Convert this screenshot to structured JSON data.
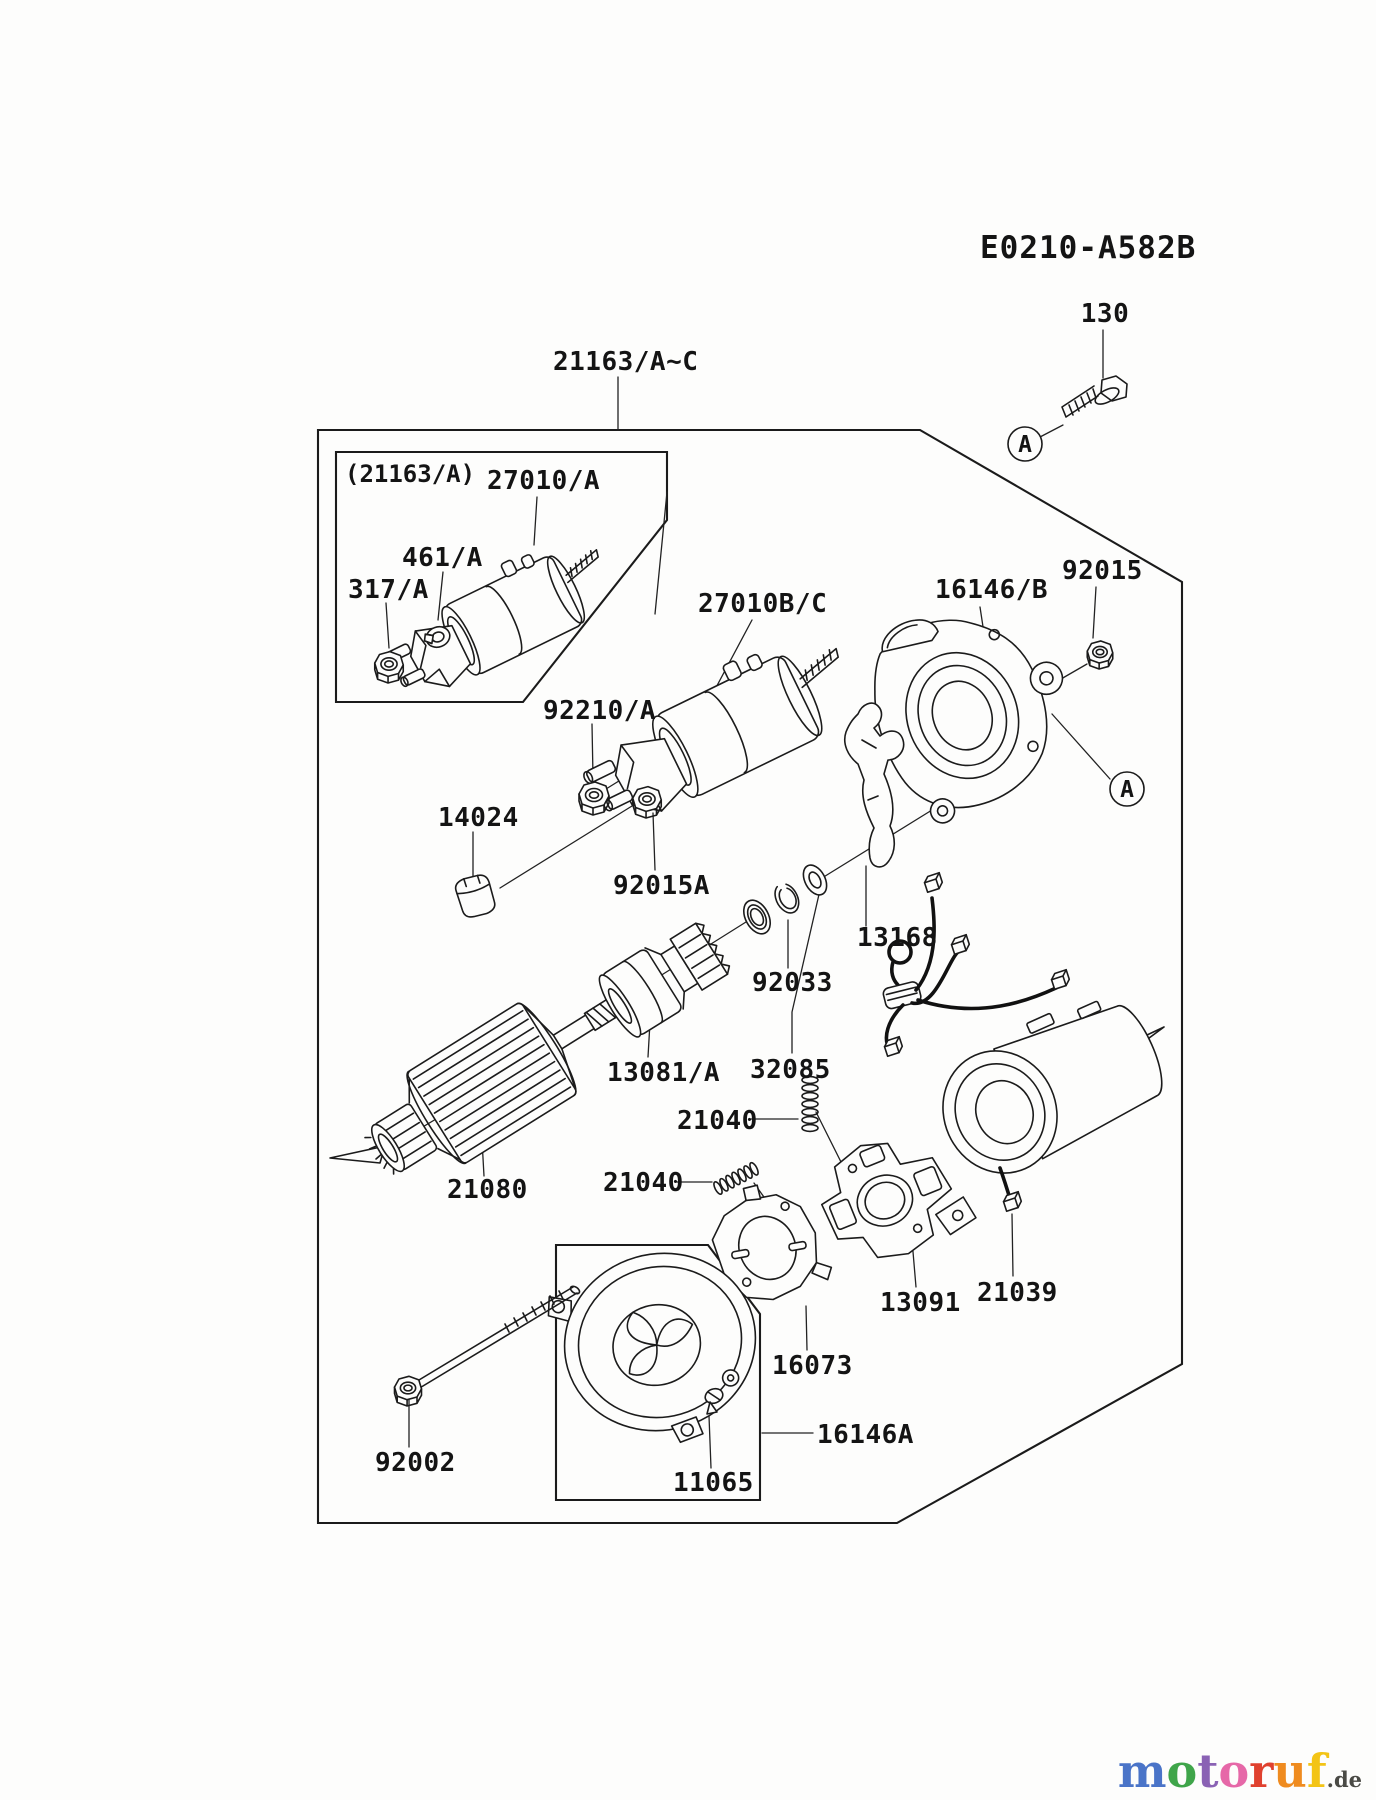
{
  "diagram": {
    "code": "E0210-A582B",
    "ref_bubble": "A",
    "labels": {
      "p130": "130",
      "p21163": "21163/A~C",
      "inset_title": "(21163/A)",
      "p27010a": "27010/A",
      "p461": "461/A",
      "p317": "317/A",
      "p27010bc": "27010B/C",
      "p16146b": "16146/B",
      "p92015": "92015",
      "p92210": "92210/A",
      "p14024": "14024",
      "p92015a": "92015A",
      "p13168": "13168",
      "p92033": "92033",
      "p32085": "32085",
      "p13081": "13081/A",
      "p21040_upper": "21040",
      "p21040_lower": "21040",
      "p21080": "21080",
      "p13091": "13091",
      "p21039": "21039",
      "p16073": "16073",
      "p16146a": "16146A",
      "p92002": "92002",
      "p11065": "11065"
    },
    "colors": {
      "line": "#1b1b1b",
      "background": "#fdfdfc"
    }
  },
  "watermark": {
    "letters": [
      {
        "ch": "m",
        "color": "#4a74c8"
      },
      {
        "ch": "o",
        "color": "#3fa54a"
      },
      {
        "ch": "t",
        "color": "#8a62b4"
      },
      {
        "ch": "o",
        "color": "#e668a8"
      },
      {
        "ch": "r",
        "color": "#e0412e"
      },
      {
        "ch": "u",
        "color": "#ef8b1f"
      },
      {
        "ch": "f",
        "color": "#f3c416"
      }
    ],
    "suffix": ".de",
    "suffix_color": "#4a4a45"
  }
}
